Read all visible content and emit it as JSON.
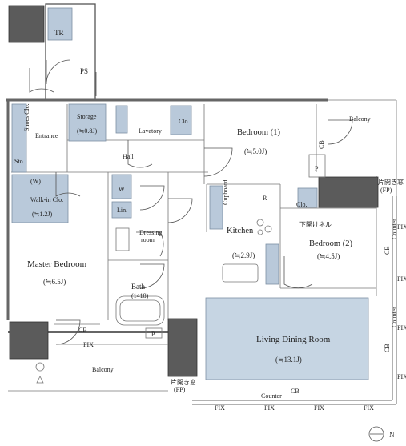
{
  "labels": {
    "tr": "TR",
    "ps": "PS",
    "storage": "Storage",
    "storage_area": "(≒0.8J)",
    "lavatory": "Lavatory",
    "clo_top": "Clo.",
    "bedroom1": "Bedroom (1)",
    "bedroom1_area": "(≒5.0J)",
    "balcony_top": "Balcony",
    "shoes_clo": "Shoes Clo.",
    "entrance": "Entrance",
    "sto": "Sto.",
    "hall": "Hall",
    "walkin_w": "(W)",
    "walkin": "Walk-in Clo.",
    "walkin_area": "(≒1.2J)",
    "w": "W",
    "lin": "Lin.",
    "dressing": "Dressing",
    "dressing2": "room",
    "cupboard": "Cupboard",
    "r": "R",
    "clo_kitchen": "Clo.",
    "kitchen": "Kitchen",
    "kitchen_area": "(≒2.9J)",
    "floor_panel": "下開けネル",
    "bedroom2": "Bedroom (2)",
    "bedroom2_area": "(≒4.5J)",
    "master": "Master Bedroom",
    "master_area": "(≒6.5J)",
    "bath": "Bath",
    "bath_size": "(1418)",
    "cb_mb": "CB",
    "p_bath": "P",
    "fix_balcony": "FIX",
    "balcony_bottom": "Balcony",
    "living": "Living Dining Room",
    "living_area": "(≒13.1J)",
    "window_bl": "片開き窓",
    "window_bl2": "(FP)",
    "window_tr": "片開き窓",
    "window_tr2": "(FP)",
    "counter_bottom": "Counter",
    "cb_bottom": "CB",
    "fix_b1": "FIX",
    "fix_b2": "FIX",
    "fix_b3": "FIX",
    "fix_b4": "FIX",
    "fix_r1": "FIX",
    "fix_r2": "FIX",
    "fix_r3": "FIX",
    "fix_r4": "FIX",
    "counter_r1": "Counter",
    "counter_r2": "Counter",
    "cb_r1": "CB",
    "cb_r2": "CB",
    "cb_bed1": "CB",
    "p_bed": "P",
    "north": "N"
  },
  "colors": {
    "fixture_blue": "#b9c9da",
    "shaft_gray": "#5b5b5b",
    "wall": "#555555"
  }
}
